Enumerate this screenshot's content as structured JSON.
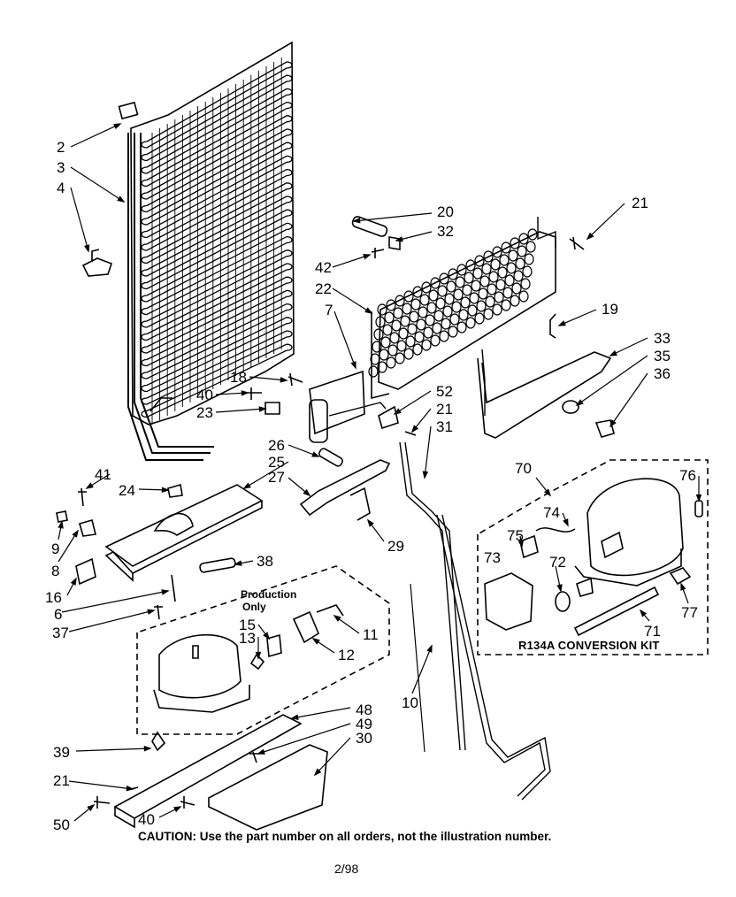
{
  "labels": {
    "n2": "2",
    "n3": "3",
    "n4": "4",
    "n20": "20",
    "n32": "32",
    "n21a": "21",
    "n42": "42",
    "n22": "22",
    "n7": "7",
    "n19": "19",
    "n33": "33",
    "n35": "35",
    "n36": "36",
    "n18": "18",
    "n40a": "40",
    "n23": "23",
    "n52": "52",
    "n21b": "21",
    "n31": "31",
    "n26": "26",
    "n25": "25",
    "n27": "27",
    "n41": "41",
    "n24": "24",
    "n9": "9",
    "n8": "8",
    "n29": "29",
    "n70": "70",
    "n76": "76",
    "n74": "74",
    "n75": "75",
    "n73": "73",
    "n72": "72",
    "n77": "77",
    "n71": "71",
    "n16": "16",
    "n6": "6",
    "n38": "38",
    "n37": "37",
    "n15": "15",
    "n13": "13",
    "n11": "11",
    "n12": "12",
    "n10": "10",
    "n48": "48",
    "n49": "49",
    "n30": "30",
    "n39": "39",
    "n21c": "21",
    "n50": "50",
    "n40b": "40"
  },
  "production_only": [
    "Production",
    "Only"
  ],
  "kit_label": "R134A  CONVERSION  KIT",
  "caution": "CAUTION: Use the part number on all orders, not the illustration number.",
  "page_number": "2/98"
}
